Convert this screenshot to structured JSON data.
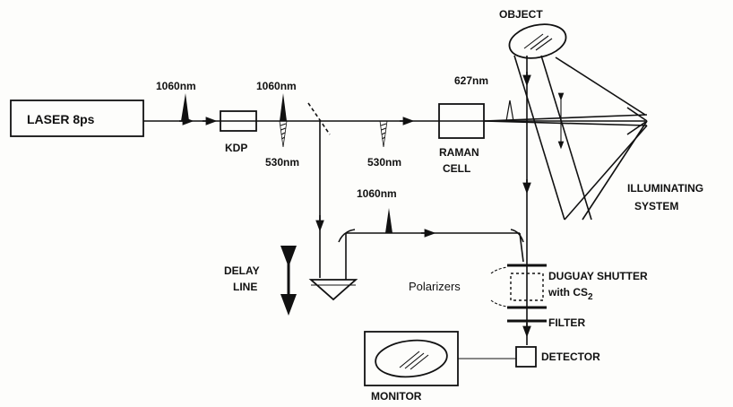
{
  "labels": {
    "laser": "LASER  8ps",
    "wavelength_1060_a": "1060nm",
    "wavelength_1060_b": "1060nm",
    "wavelength_1060_c": "1060nm",
    "wavelength_530_a": "530nm",
    "wavelength_530_b": "530nm",
    "wavelength_627": "627nm",
    "kdp": "KDP",
    "raman_line1": "RAMAN",
    "raman_line2": "CELL",
    "object": "OBJECT",
    "illuminating_line1": "ILLUMINATING",
    "illuminating_line2": "SYSTEM",
    "delay_line1": "DELAY",
    "delay_line2": "LINE",
    "polarizers": "Polarizers",
    "duguay_line1": "DUGUAY SHUTTER",
    "duguay_line2_prefix": "with CS",
    "duguay_line2_sub": "2",
    "filter": "FILTER",
    "detector": "DETECTOR",
    "monitor": "MONITOR"
  }
}
